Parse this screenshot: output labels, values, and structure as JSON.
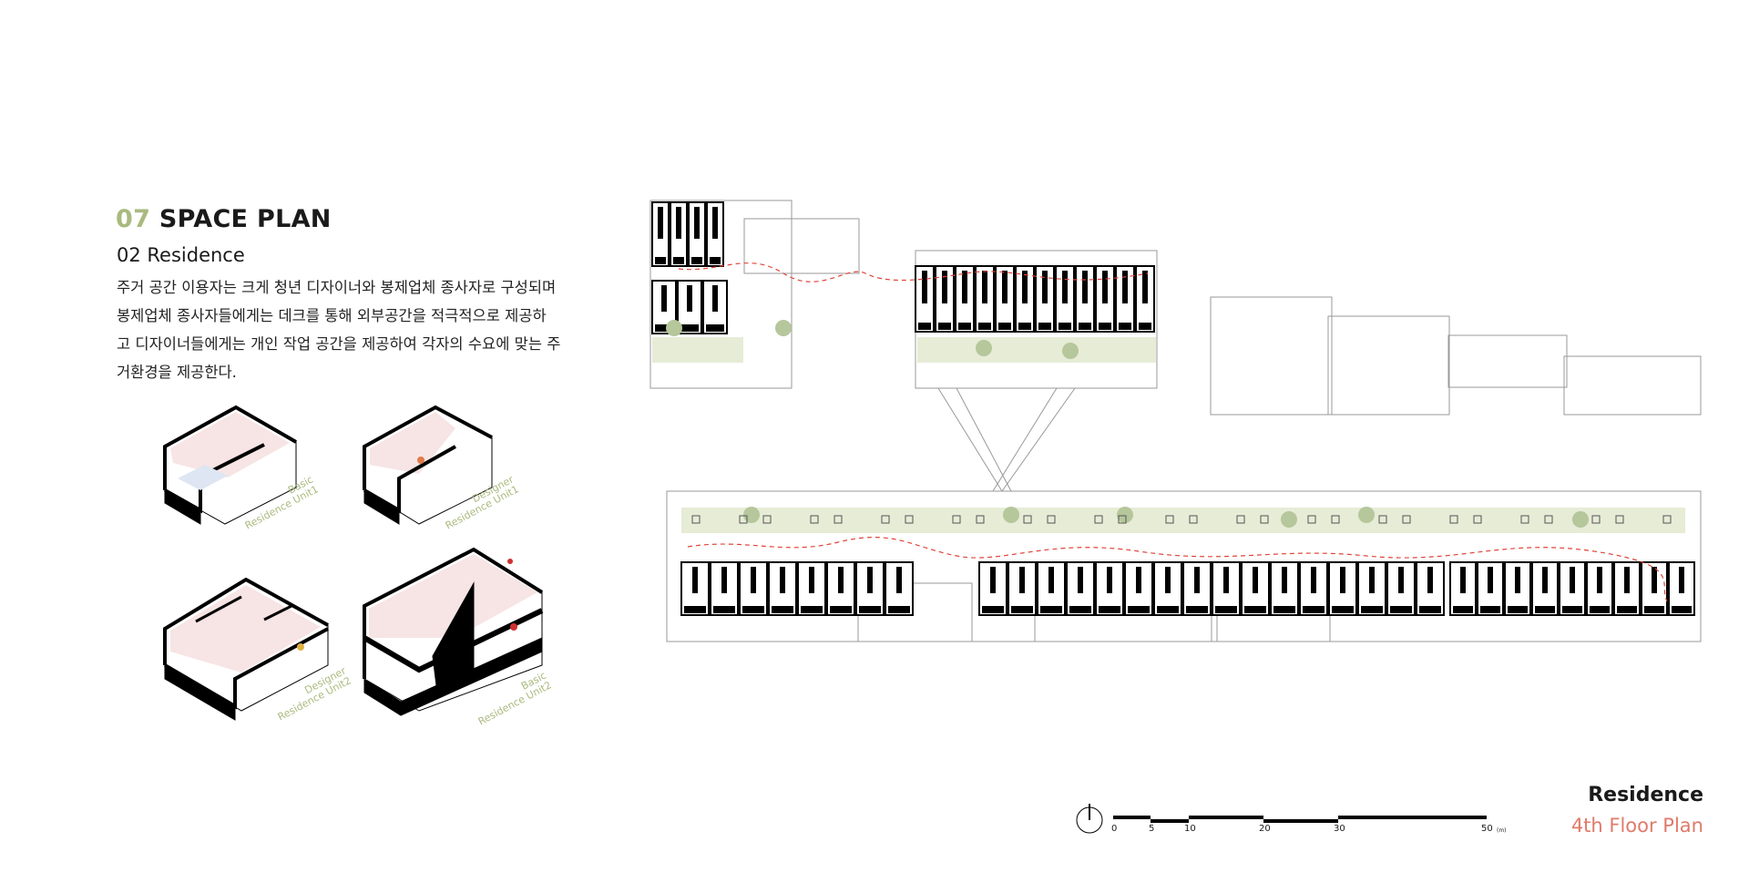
{
  "header": {
    "section_number": "07",
    "section_title": "SPACE PLAN",
    "subtitle": "02 Residence",
    "paragraph_lines": [
      "주거 공간 이용자는 크게 청년 디자이너와 봉제업체 종사자로 구성되며",
      "봉제업체 종사자들에게는 데크를 통해 외부공간을 적극적으로 제공하",
      "고 디자이너들에게는 개인 작업 공간을 제공하여 각자의 수요에 맞는 주",
      "거환경을 제공한다."
    ]
  },
  "units": [
    {
      "line1": "Basic",
      "line2": "Residence Unit1"
    },
    {
      "line1": "Designer",
      "line2": "Residence Unit1"
    },
    {
      "line1": "Designer",
      "line2": "Residence Unit2"
    },
    {
      "line1": "Basic",
      "line2": "Residence Unit2"
    }
  ],
  "scale_bar": {
    "ticks": [
      "0",
      "5",
      "10",
      "20",
      "30",
      "50"
    ],
    "unit": "(m)"
  },
  "plan_label": {
    "title": "Residence",
    "subtitle": "4th Floor Plan"
  },
  "colors": {
    "accent_green": "#a9ba7e",
    "accent_salmon": "#e07a6a",
    "deck": "#e6ecd6",
    "path": "#e0453a"
  }
}
